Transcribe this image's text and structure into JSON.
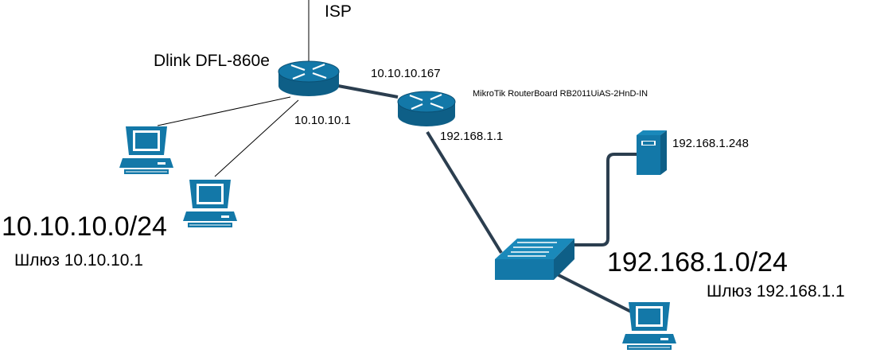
{
  "labels": {
    "isp": "ISP",
    "dlink": "Dlink DFL-860e",
    "mikrotik_wan_ip": "10.10.10.167",
    "mikrotik_model": "MikroTik RouterBoard RB2011UiAS-2HnD-IN",
    "dlink_lan_ip": "10.10.10.1",
    "mikrotik_lan_ip": "192.168.1.1",
    "server_ip": "192.168.1.248",
    "net_left": "10.10.10.0/24",
    "gw_left": "Шлюз 10.10.10.1",
    "net_right": "192.168.1.0/24",
    "gw_right": "Шлюз 192.168.1.1"
  },
  "colors": {
    "device": "#1378a8",
    "device_dark": "#0e5f87",
    "thick_link": "#2b3e4f",
    "thin_link": "#000000"
  },
  "icons": {
    "router": "router-icon",
    "switch": "switch-icon",
    "pc": "pc-icon",
    "server": "server-icon"
  }
}
